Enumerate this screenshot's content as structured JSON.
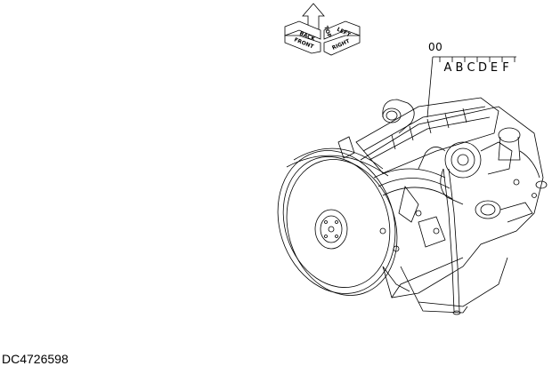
{
  "orientation": {
    "labels": [
      {
        "key": "back",
        "text": "BACK"
      },
      {
        "key": "top",
        "text": "TOP"
      },
      {
        "key": "left",
        "text": "LEFT"
      },
      {
        "key": "front",
        "text": "FRONT"
      },
      {
        "key": "right",
        "text": "RIGHT"
      }
    ]
  },
  "callout": {
    "number": "00",
    "letters": [
      "A",
      "B",
      "C",
      "D",
      "E",
      "F"
    ]
  },
  "document": {
    "code": "DC4726598"
  }
}
